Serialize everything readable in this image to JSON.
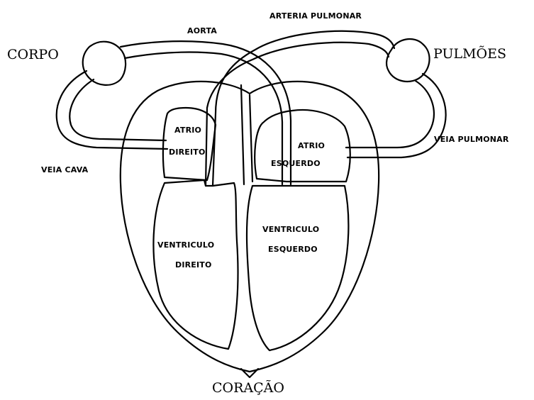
{
  "labels": {
    "corpo": "CORPO",
    "pulmoes": "PULMÕES",
    "coracao": "CORAÇÃO",
    "aorta": "AORTA",
    "arteria_pulmonar": "ARTERIA PULMONAR",
    "veia_cava": "VEIA CAVA",
    "veia_pulmonar": "VEIA PULMONAR",
    "atrio_direito_1": "ATRIO",
    "atrio_direito_2": "DIREITO",
    "atrio_esquerdo_1": "ATRIO",
    "atrio_esquerdo_2": "ESQUERDO",
    "ventriculo_direito_1": "VENTRICULO",
    "ventriculo_direito_2": "DIREITO",
    "ventriculo_esquerdo_1": "VENTRICULO",
    "ventriculo_esquerdo_2": "ESQUERDO"
  },
  "colors": {
    "line": "#000000",
    "background": "#ffffff"
  }
}
